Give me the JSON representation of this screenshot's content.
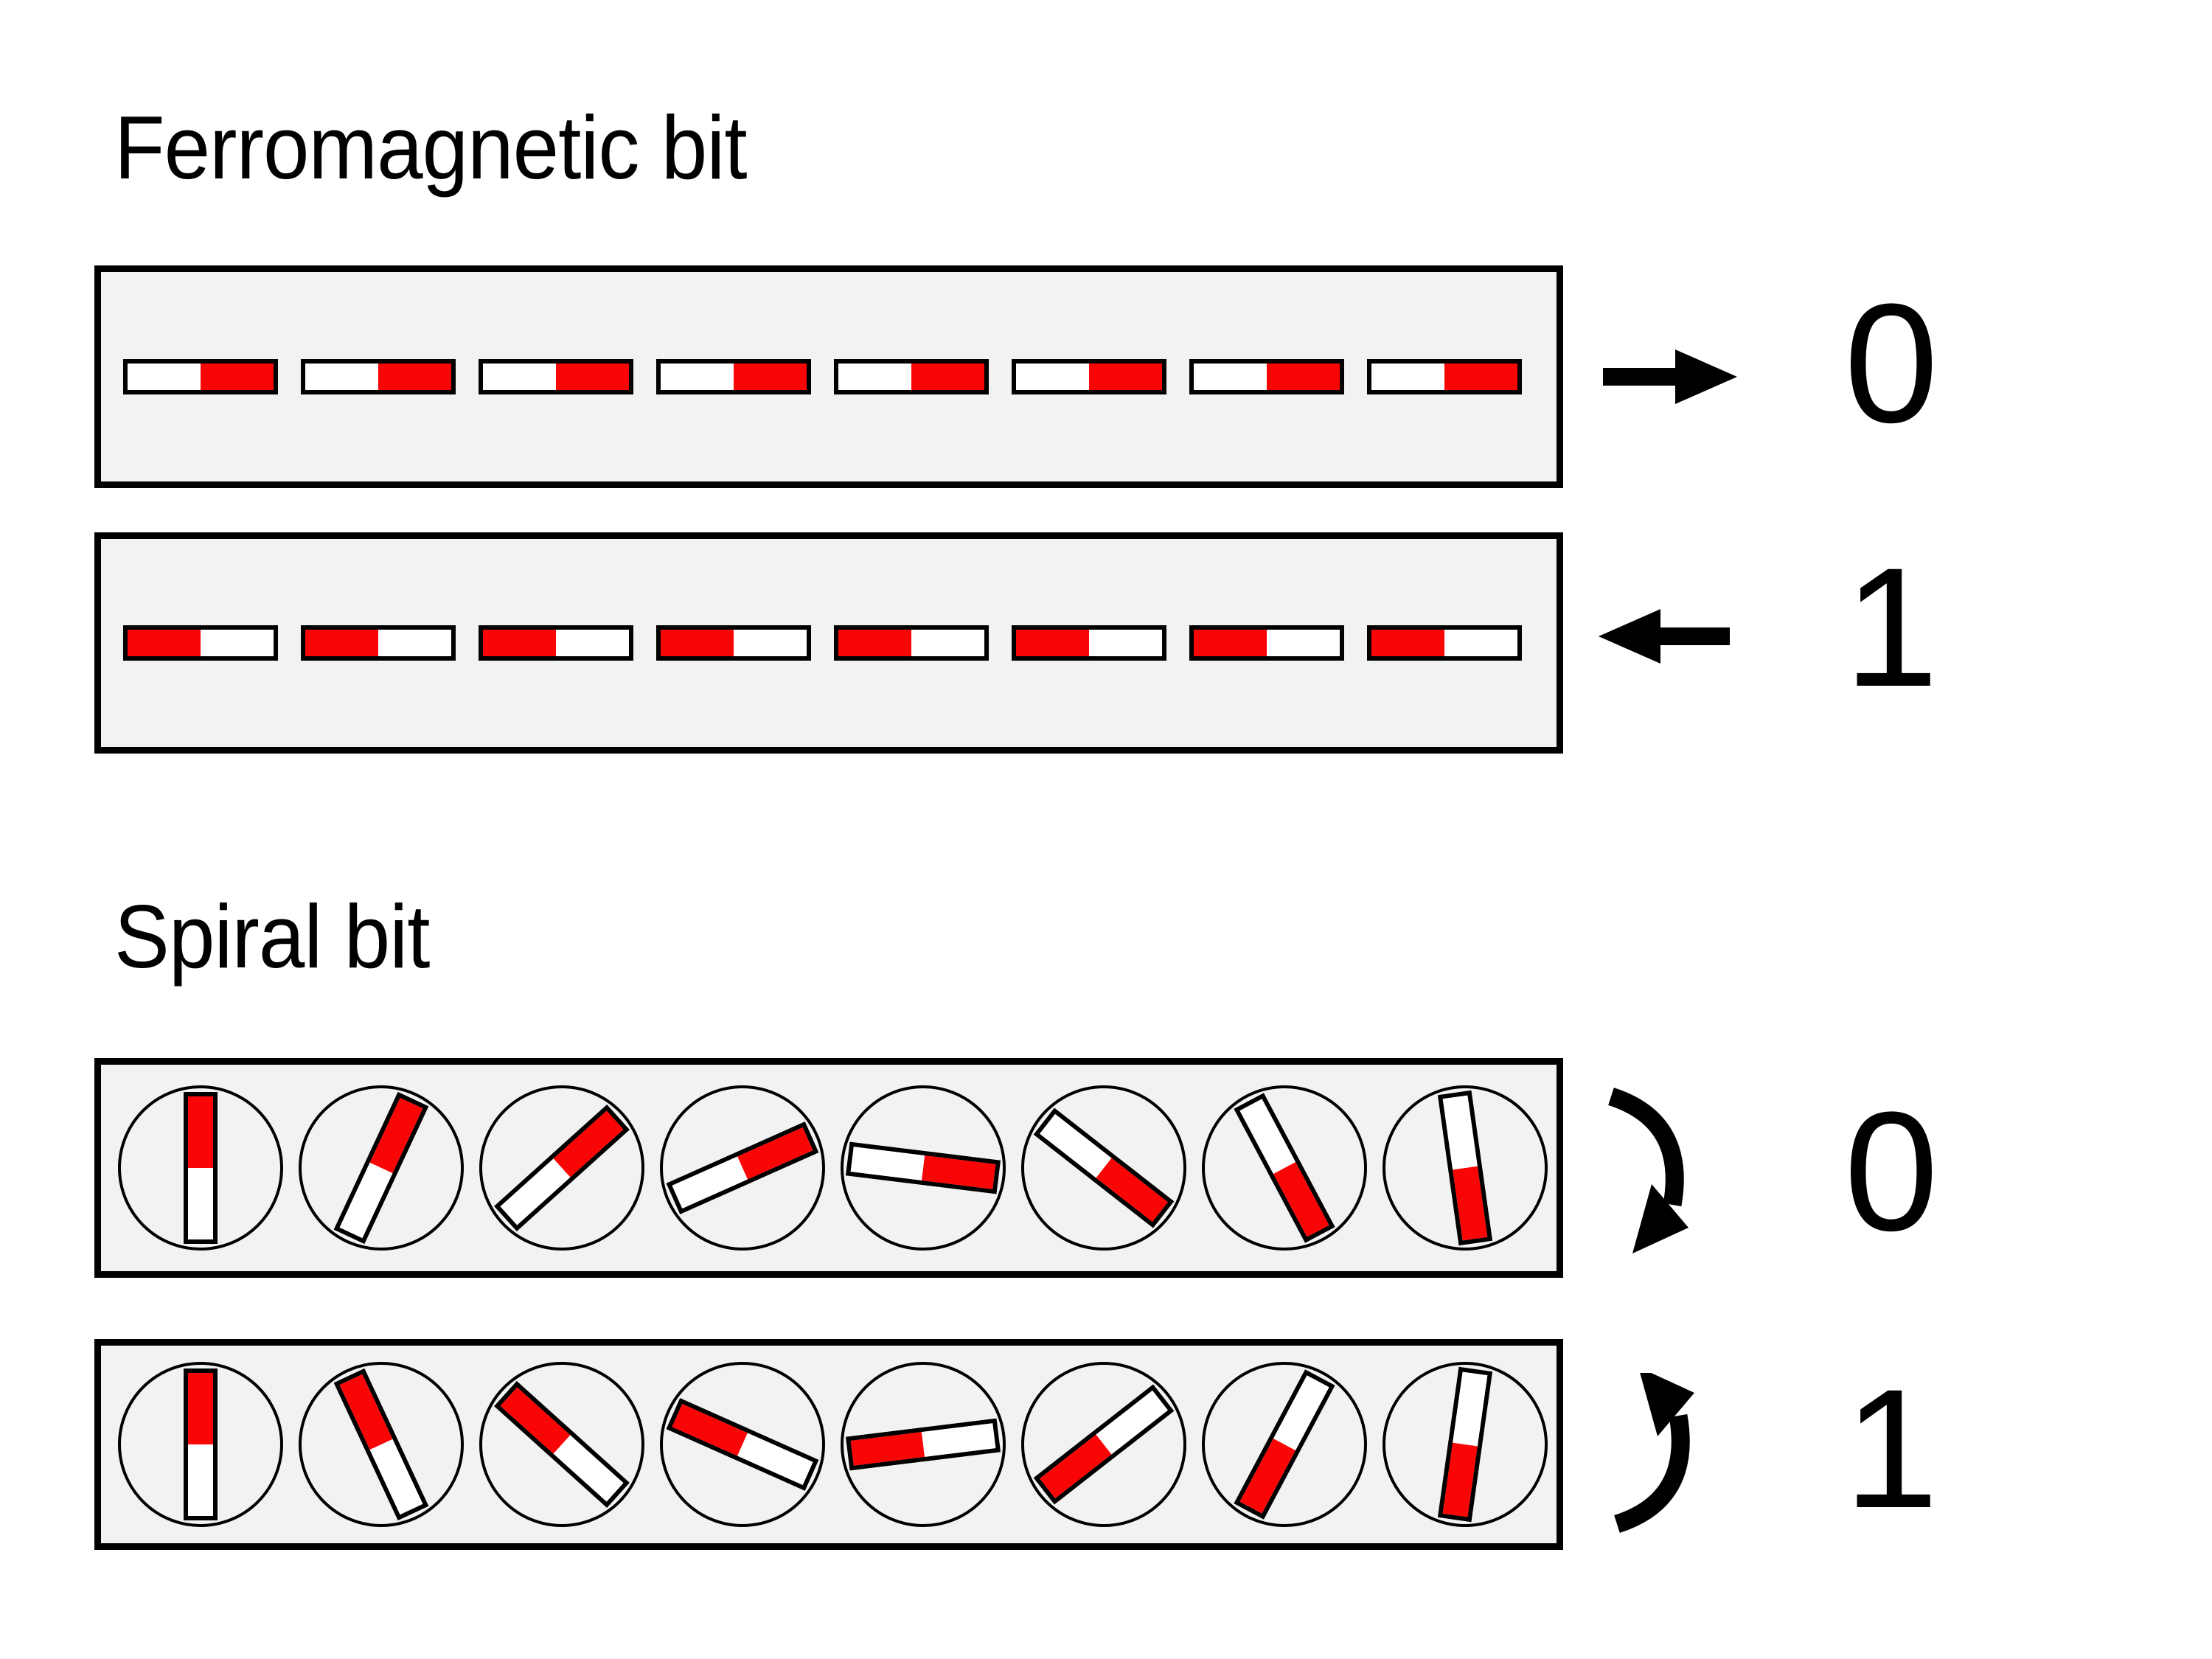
{
  "titles": {
    "ferromagnetic": "Ferromagnetic bit",
    "spiral": "Spiral bit"
  },
  "colors": {
    "magnet_red": "#F90505",
    "magnet_white": "#FFFFFF",
    "box_fill": "#F2F2F2",
    "outline": "#000000",
    "page_background": "#FFFFFF"
  },
  "ferro": {
    "rows": [
      {
        "bit_label": "0",
        "arrow_direction": "right",
        "magnet_orientation": "red-right",
        "magnet_count": 8
      },
      {
        "bit_label": "1",
        "arrow_direction": "left",
        "magnet_orientation": "red-left",
        "magnet_count": 8
      }
    ]
  },
  "spiral": {
    "rows": [
      {
        "bit_label": "0",
        "rotation": "clockwise",
        "angles_deg": [
          0,
          25,
          48,
          66,
          97,
          128,
          152,
          172
        ]
      },
      {
        "bit_label": "1",
        "rotation": "counterclockwise",
        "angles_deg": [
          0,
          -25,
          -48,
          -66,
          -97,
          -128,
          -152,
          -172
        ]
      }
    ]
  }
}
